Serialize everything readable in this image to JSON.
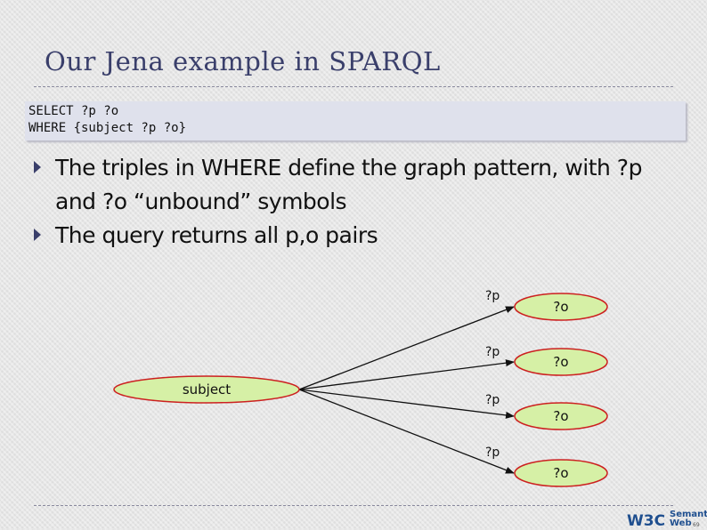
{
  "slide": {
    "title": "Our Jena example in SPARQL",
    "page_number": "69"
  },
  "code": {
    "lines": [
      "SELECT ?p ?o",
      "WHERE {subject ?p ?o}"
    ]
  },
  "bullets": [
    "The triples in WHERE define the graph pattern, with ?p and ?o “unbound” symbols",
    "The query returns all p,o pairs"
  ],
  "diagram": {
    "subject_label": "subject",
    "predicate_labels": [
      "?p",
      "?p",
      "?p",
      "?p"
    ],
    "object_labels": [
      "?o",
      "?o",
      "?o",
      "?o"
    ],
    "node_fill": "#d6f0a6",
    "node_stroke": "#cc2020"
  },
  "logos": {
    "w3c": "W3C",
    "semantic_web": [
      "Semantic",
      "Web"
    ]
  }
}
